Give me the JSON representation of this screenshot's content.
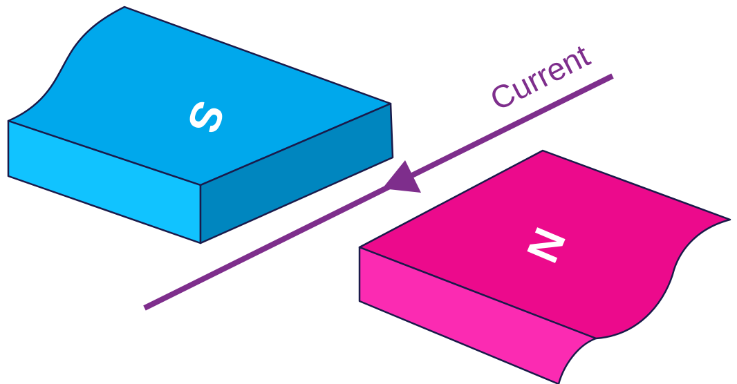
{
  "labels": {
    "south": "S",
    "north": "N",
    "current": "Current"
  },
  "colors": {
    "south_top": "#00a8ec",
    "south_front": "#11c3ff",
    "south_side": "#0086bf",
    "north_top": "#ec0a8c",
    "north_front": "#fb2bb2",
    "outline": "#1a1a4a",
    "wire": "#7e2e8c",
    "background": "#ffffff"
  },
  "icons": {
    "current_direction": "arrow-head-icon"
  }
}
